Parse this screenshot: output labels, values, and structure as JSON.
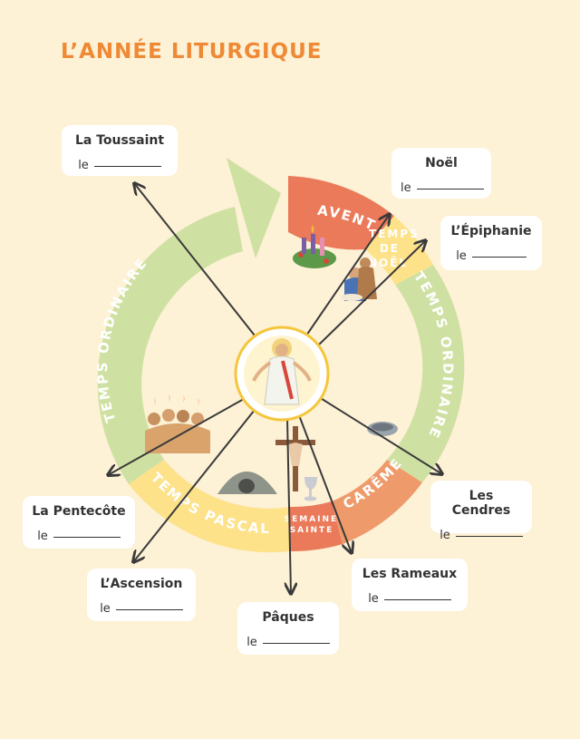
{
  "title": "L’ANNÉE LITURGIQUE",
  "segments": {
    "avent": "AVENT",
    "temps_noel": [
      "TEMPS",
      "DE",
      "NOËL"
    ],
    "temps_ordinaire_right": "TEMPS ORDINAIRE",
    "careme": "CARÊME",
    "semaine_sainte": [
      "SEMAINE",
      "SAINTE"
    ],
    "temps_pascal": "TEMPS PASCAL",
    "temps_ordinaire_left": "TEMPS ORDINAIRE"
  },
  "cards": {
    "toussaint": {
      "name": "La Toussaint",
      "le": "le"
    },
    "noel": {
      "name": "Noël",
      "le": "le"
    },
    "epiphanie": {
      "name": "L’Épiphanie",
      "le": "le"
    },
    "cendres": {
      "name": "Les Cendres",
      "le": "le"
    },
    "rameaux": {
      "name": "Les Rameaux",
      "le": "le"
    },
    "paques": {
      "name": "Pâques",
      "le": "le"
    },
    "ascension": {
      "name": "L’Ascension",
      "le": "le"
    },
    "pentecote": {
      "name": "La Pentecôte",
      "le": "le"
    }
  },
  "colors": {
    "orange": "#ee8a36",
    "coral": "#ea7a5a",
    "yellow": "#fde28a",
    "green": "#cfe1a2",
    "background": "#fdf1d6"
  }
}
